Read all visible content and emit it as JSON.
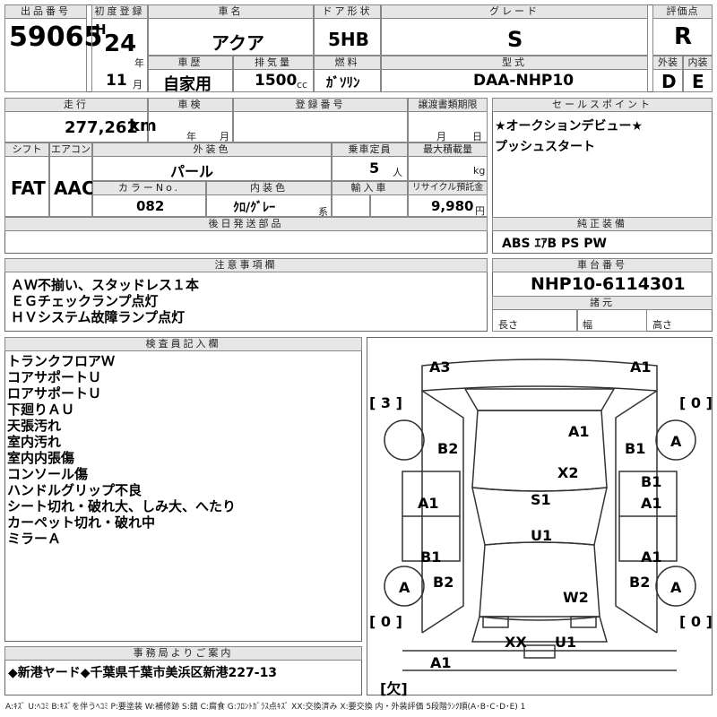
{
  "sheet": {
    "lot_header": "出品番号",
    "lot_number": "59065",
    "first_reg_header": "初度登録",
    "era": "H",
    "year": "24",
    "year_unit": "年",
    "month": "11",
    "month_unit": "月",
    "car_name_header": "車名",
    "car_name": "アクア",
    "door_header": "ドア形状",
    "door": "5HB",
    "grade_header": "グレード",
    "grade": "S",
    "score_header": "評価点",
    "score": "R",
    "history_header": "車歴",
    "history": "自家用",
    "displacement_header": "排気量",
    "displacement": "1500",
    "displacement_unit": "cc",
    "fuel_header": "燃料",
    "fuel": "ｶﾞｿﾘﾝ",
    "model_header": "型式",
    "model": "DAA-NHP10",
    "exterior_header": "外装",
    "exterior": "D",
    "interior_header": "内装",
    "interior": "E"
  },
  "row2": {
    "mileage_header": "走行",
    "mileage": "277,262",
    "mileage_unit": "km",
    "inspection_header": "車検",
    "insp_year": "年",
    "insp_month": "月",
    "reg_header": "登録番号",
    "transfer_header": "譲渡書類期限",
    "transfer_month": "月",
    "transfer_day": "日",
    "shift_header": "シフト",
    "shift": "FAT",
    "ac_header": "エアコン",
    "ac": "AAC",
    "ext_color_header": "外装色",
    "ext_color": "パール",
    "capacity_header": "乗車定員",
    "capacity": "5",
    "capacity_unit": "人",
    "maxload_header": "最大積載量",
    "maxload_unit": "kg",
    "color_no_header": "カラーNo.",
    "color_no": "082",
    "int_color_header": "内装色",
    "int_color": "ｸﾛ/ｸﾞﾚｰ",
    "int_color_unit": "系",
    "import_header": "輸入車",
    "recycle_header": "リサイクル預託金",
    "recycle": "9,980",
    "recycle_unit": "円",
    "later_parts_header": "後日発送部品"
  },
  "sales": {
    "header": "セールスポイント",
    "lines": [
      "★オークションデビュー★",
      "プッシュスタート"
    ],
    "equip_header": "純正装備",
    "equip": "ABS ｴｱB PS PW"
  },
  "notes": {
    "header": "注意事項欄",
    "lines": [
      "ＡＷ不揃い、スタッドレス１本",
      "ＥＧチェックランプ点灯",
      "ＨＶシステム故障ランプ点灯"
    ]
  },
  "chassis": {
    "header": "車台番号",
    "number": "NHP10-6114301",
    "dims_header": "諸元",
    "length": "長さ",
    "width": "幅",
    "height": "高さ"
  },
  "inspector": {
    "header": "検査員記入欄",
    "lines": [
      "トランクフロアＷ",
      "コアサポートＵ",
      "ロアサポートＵ",
      "下廻りＡＵ",
      "天張汚れ",
      "室内汚れ",
      "室内内張傷",
      "コンソール傷",
      "ハンドルグリップ不良",
      "シート切れ・破れ大、しみ大、へたり",
      "カーペット切れ・破れ中",
      "ミラーＡ"
    ]
  },
  "office": {
    "header": "事務局よりご案内",
    "text": "◆新港ヤード◆千葉県千葉市美浜区新港227-13"
  },
  "diagram": {
    "marks": {
      "a3": "A3",
      "a1_top": "A1",
      "bracket_tl": "[ 3 ]",
      "bracket_tr": "[ 0 ]",
      "a1_roof": "A1",
      "b2_left_top": "B2",
      "b1_right_top": "B1",
      "x2": "X2",
      "b1_right_mid": "B1",
      "a1_left_mid": "A1",
      "a1_right_mid": "A1",
      "s1": "S1",
      "u1": "U1",
      "b1_left_low": "B1",
      "a1_right_low": "A1",
      "b2_left_low": "B2",
      "b2_right_low": "B2",
      "w2": "W2",
      "bracket_bl": "[ 0 ]",
      "bracket_br": "[ 0 ]",
      "xx": "XX",
      "u1_bottom": "U1",
      "a1_bottom": "A1",
      "missing": "[欠]",
      "wheel_tr": "A",
      "wheel_bl": "A",
      "wheel_br": "A"
    }
  },
  "legend": "A:ｷｽﾞ U:ﾍｺﾐ B:ｷｽﾞを伴うﾍｺﾐ P:要塗装 W:補修跡 S:錆 C:腐食 G:ﾌﾛﾝﾄｶﾞﾗｽ点ｷｽﾞ XX:交換済み X:要交換 内・外装評価 5段階ﾗﾝｸ順(A･B･C･D･E) 1"
}
